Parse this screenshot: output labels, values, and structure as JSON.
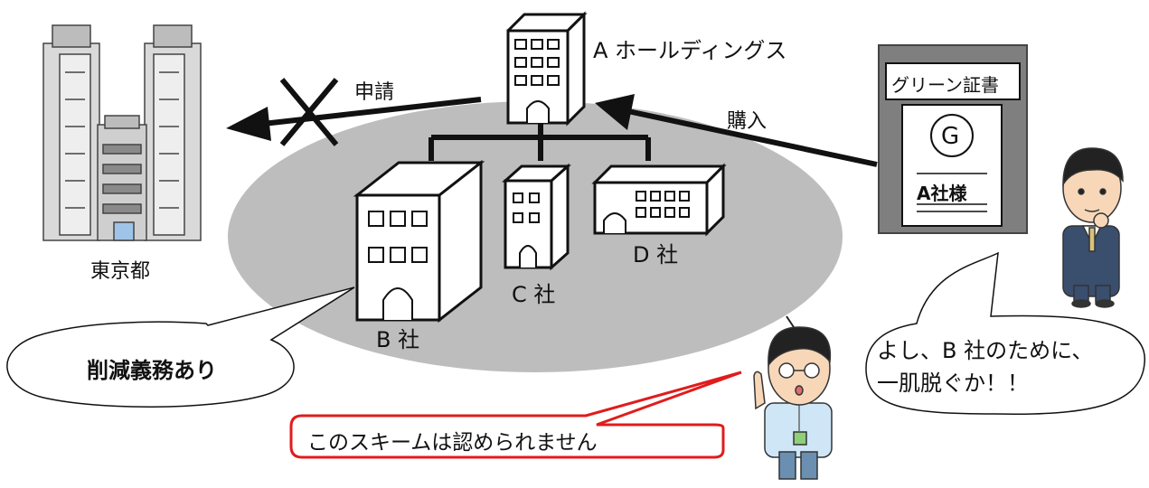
{
  "labels": {
    "tokyo": "東京都",
    "holdings": "A ホールディングス",
    "apply": "申請",
    "purchase": "購入",
    "company_b": "B 社",
    "company_c": "C 社",
    "company_d": "D 社"
  },
  "certificate": {
    "title": "グリーン証書",
    "symbol": "G",
    "recipient": "A社様"
  },
  "bubbles": {
    "obligation": "削減義務あり",
    "man_line1": "よし、B 社のために、",
    "man_line2": "一肌脱ぐか！！",
    "official": "このスキームは認められません"
  },
  "colors": {
    "ellipse": "#bdbdbd",
    "arrow": "#111111",
    "certificate_frame": "#7f7f7f",
    "warning_border": "#e01c1c"
  }
}
